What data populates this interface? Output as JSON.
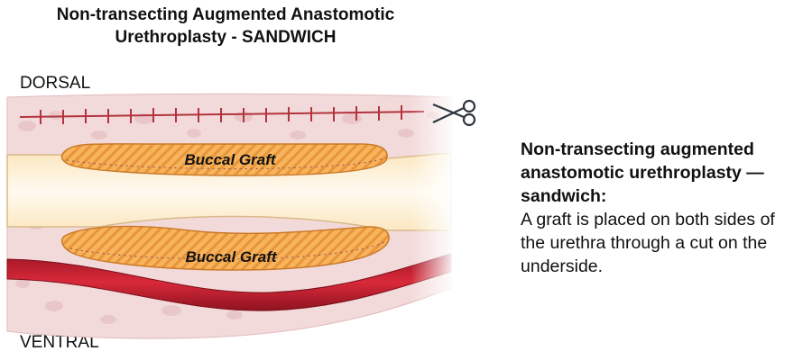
{
  "title": {
    "line1": "Non-transecting Augmented Anastomotic",
    "line2": "Urethroplasty - SANDWICH"
  },
  "labels": {
    "dorsal": "DORSAL",
    "ventral": "VENTRAL",
    "graft_top": "Buccal Graft",
    "graft_bottom": "Buccal Graft"
  },
  "caption": {
    "heading": "Non-transecting augmented anastomotic urethroplasty — sandwich:",
    "body": "A graft is placed on both sides of the urethra through a cut on the underside."
  },
  "icons": {
    "scissors": "scissors-icon"
  },
  "colors": {
    "tissue": "#f3dada",
    "tissue_spots": "#e6c1c3",
    "lumen": "#fdf3d8",
    "graft": "#f7b45c",
    "graft_stripe": "#e58f2f",
    "vessel": "#c2202f",
    "suture": "#b3333e"
  }
}
